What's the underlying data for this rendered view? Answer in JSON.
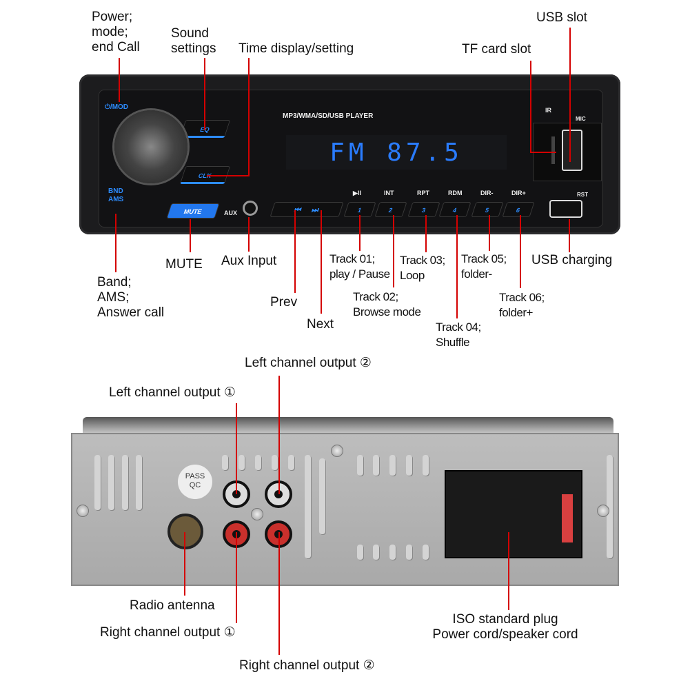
{
  "front": {
    "panel_text": "MP3/WMA/SD/USB   PLAYER",
    "display": "FM  87.5",
    "buttons": {
      "mod": "⏻/MOD",
      "eq": "EQ",
      "clk": "CLK",
      "mute": "MUTE",
      "aux": "AUX",
      "bnd": "BND",
      "ams": "AMS",
      "ir": "IR",
      "mic": "MIC",
      "rst": "RST",
      "prev": "⏮",
      "next": "⏭",
      "presets": [
        {
          "top": "▶II",
          "num": "1"
        },
        {
          "top": "INT",
          "num": "2"
        },
        {
          "top": "RPT",
          "num": "3"
        },
        {
          "top": "RDM",
          "num": "4"
        },
        {
          "top": "DIR-",
          "num": "5"
        },
        {
          "top": "DIR+",
          "num": "6"
        }
      ]
    }
  },
  "callouts": {
    "power": [
      "Power;",
      "mode;",
      "end Call"
    ],
    "sound": [
      "Sound",
      "settings"
    ],
    "time": "Time display/setting",
    "usb_slot": "USB slot",
    "tf": "TF card slot",
    "band": [
      "Band;",
      "AMS;",
      "Answer call"
    ],
    "mute": "MUTE",
    "aux": "Aux Input",
    "prev": "Prev",
    "next": "Next",
    "t1": [
      "Track 01;",
      "play / Pause"
    ],
    "t2": [
      "Track 02;",
      "Browse mode"
    ],
    "t3": [
      "Track 03;",
      "Loop"
    ],
    "t4": [
      "Track 04;",
      "Shuffle"
    ],
    "t5": [
      "Track 05;",
      "folder-"
    ],
    "t6": [
      "Track 06;",
      "folder+"
    ],
    "usb_charging": "USB charging"
  },
  "back": {
    "sticker": [
      "PASS",
      "QC"
    ],
    "left1": "Left channel output ①",
    "left2": "Left channel output ②",
    "antenna": "Radio antenna",
    "right1": "Right channel output ①",
    "right2": "Right channel output ②",
    "iso": [
      "ISO standard plug",
      "Power cord/speaker cord"
    ]
  },
  "colors": {
    "leader": "#d40000",
    "accent": "#2d8cff"
  }
}
